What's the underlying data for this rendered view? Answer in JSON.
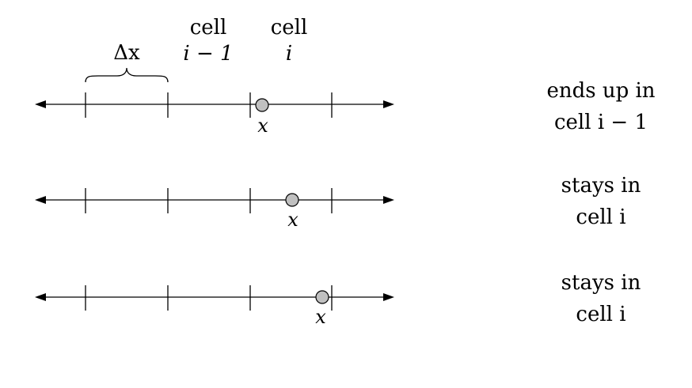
{
  "header": {
    "delta_label": "Δx",
    "cell_prev": {
      "line1": "cell",
      "line2": "i − 1"
    },
    "cell_curr": {
      "line1": "cell",
      "line2": "i"
    }
  },
  "rows": [
    {
      "point_label": "x",
      "caption_line1": "ends up in",
      "caption_line2": "cell i − 1"
    },
    {
      "point_label": "x",
      "caption_line1": "stays in",
      "caption_line2": "cell i"
    },
    {
      "point_label": "x",
      "caption_line1": "stays in",
      "caption_line2": "cell i"
    }
  ],
  "colors": {
    "line": "#000000",
    "point_fill": "#c0c0c0",
    "point_stroke": "#000000"
  }
}
